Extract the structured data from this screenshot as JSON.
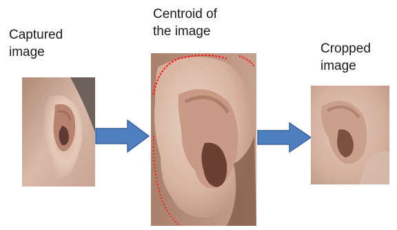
{
  "stages": [
    {
      "label": "Captured\nimage",
      "image": "ear-photo"
    },
    {
      "label": "Centroid of\nthe image",
      "image": "ear-closeup-with-contour"
    },
    {
      "label": "Cropped\nimage",
      "image": "cropped-ear"
    }
  ],
  "arrows": [
    {
      "from": "Captured image",
      "to": "Centroid of the image"
    },
    {
      "from": "Centroid of the image",
      "to": "Cropped image"
    }
  ],
  "colors": {
    "arrow_fill": "#4f7fc1",
    "arrow_stroke": "#3a639d",
    "contour": "#ff1a1a",
    "skin_light": "#e8cdbf",
    "skin_mid": "#c9a08c",
    "skin_dark": "#6e4638",
    "hair": "#4a4440"
  }
}
